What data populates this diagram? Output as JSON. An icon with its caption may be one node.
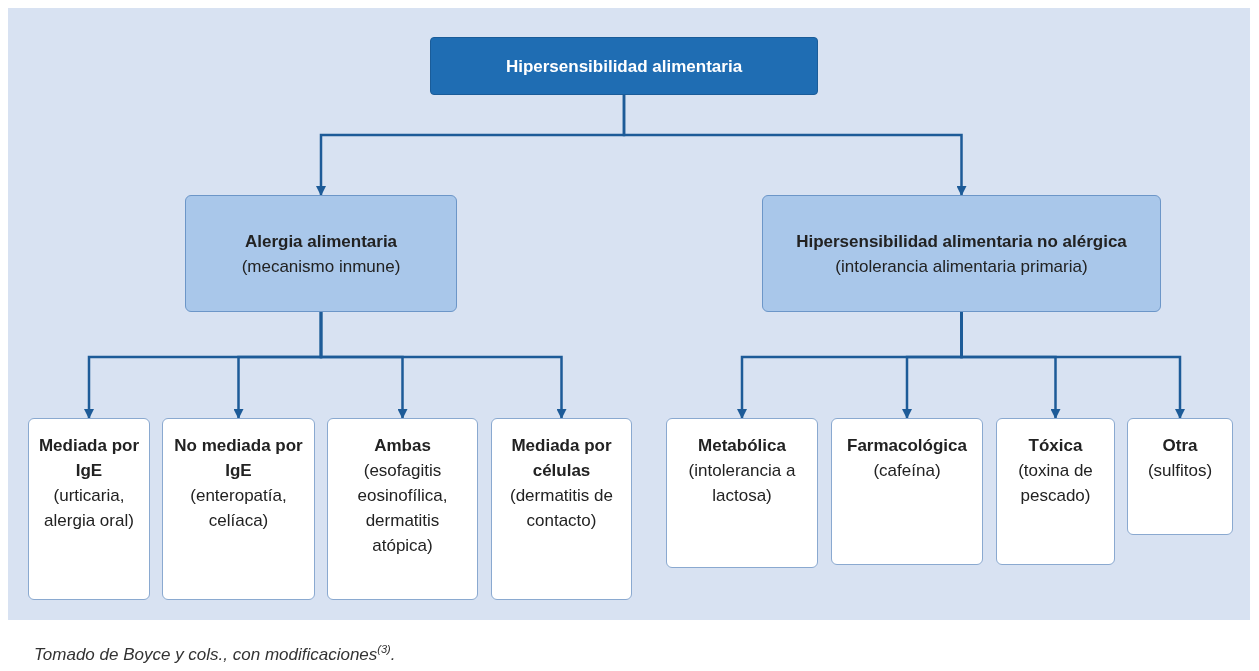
{
  "diagram": {
    "caption": "Tomado de Boyce y cols., con modificaciones$^{(3)}$.",
    "nodes": [
      {
        "text": [
          "Hipersensibilidad alimentaria"
        ]
      },
      {
        "text": [
          "Alergia alimentaria",
          "(mecanismo inmune)"
        ]
      },
      {
        "text": [
          "Hipersensibilidad alimentaria no alérgica",
          "(intolerancia alimentaria primaria)"
        ]
      },
      {
        "text": [
          "Mediada por IgE",
          "(urticaria, alergia oral)"
        ]
      },
      {
        "text": [
          "No mediada por IgE",
          "(enteropatía, celíaca)"
        ]
      },
      {
        "text": [
          "Ambas",
          "(esofagitis eosinofílica, dermatitis atópica)"
        ]
      },
      {
        "text": [
          "Mediada por células",
          "(dermatitis de contacto)"
        ]
      },
      {
        "text": [
          "Metabólica",
          "(intolerancia a lactosa)"
        ]
      },
      {
        "text": [
          "Farmacológica",
          "(cafeína)"
        ]
      },
      {
        "text": [
          "Tóxica",
          "(toxina de pescado)"
        ]
      },
      {
        "text": [
          "Otra",
          "(sulfitos)"
        ]
      }
    ],
    "edges": [
      {
        "from": 0,
        "to": 1,
        "arrow": "to"
      },
      {
        "from": 0,
        "to": 2,
        "arrow": "to"
      },
      {
        "from": 1,
        "to": 3,
        "arrow": "to"
      },
      {
        "from": 1,
        "to": 4,
        "arrow": "to"
      },
      {
        "from": 1,
        "to": 5,
        "arrow": "to"
      },
      {
        "from": 1,
        "to": 6,
        "arrow": "to"
      },
      {
        "from": 2,
        "to": 7,
        "arrow": "to"
      },
      {
        "from": 2,
        "to": 8,
        "arrow": "to"
      },
      {
        "from": 2,
        "to": 9,
        "arrow": "to"
      },
      {
        "from": 2,
        "to": 10,
        "arrow": "to"
      }
    ]
  }
}
